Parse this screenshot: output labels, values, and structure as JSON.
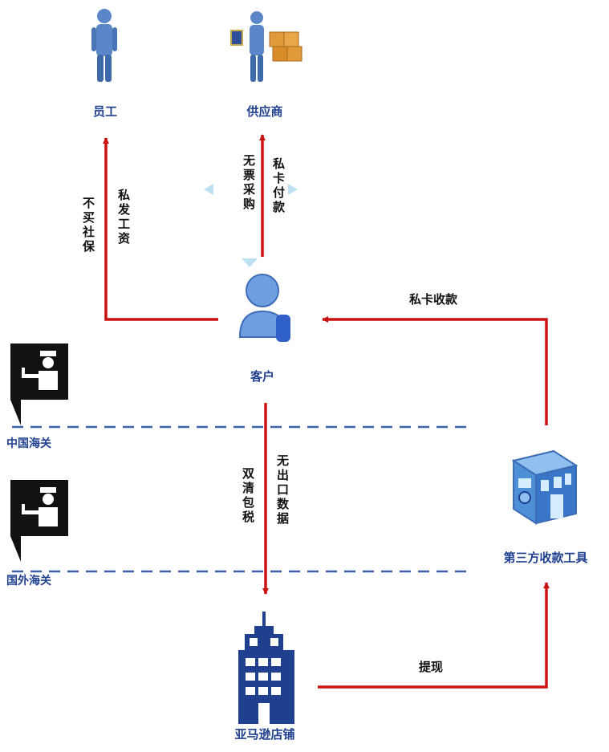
{
  "nodes": {
    "employee": "员工",
    "supplier": "供应商",
    "customer": "客户",
    "third_party": "第三方收款工具",
    "amazon_store": "亚马逊店铺"
  },
  "customs": {
    "china": "中国海关",
    "foreign": "国外海关"
  },
  "edges": {
    "employee_col1": "不买社保",
    "employee_col2": "私发工资",
    "supplier_col1": "无票采购",
    "supplier_col2": "私卡付款",
    "customs_col1": "双清包税",
    "customs_col2": "无出口数据",
    "third_party_to_customer": "私卡收款",
    "store_to_third_party": "提现"
  },
  "colors": {
    "arrow": "#cc1111",
    "dashed_line": "#3b62a6",
    "label_blue": "#1f3f8f",
    "icon_blue": "#4f8fd8"
  }
}
